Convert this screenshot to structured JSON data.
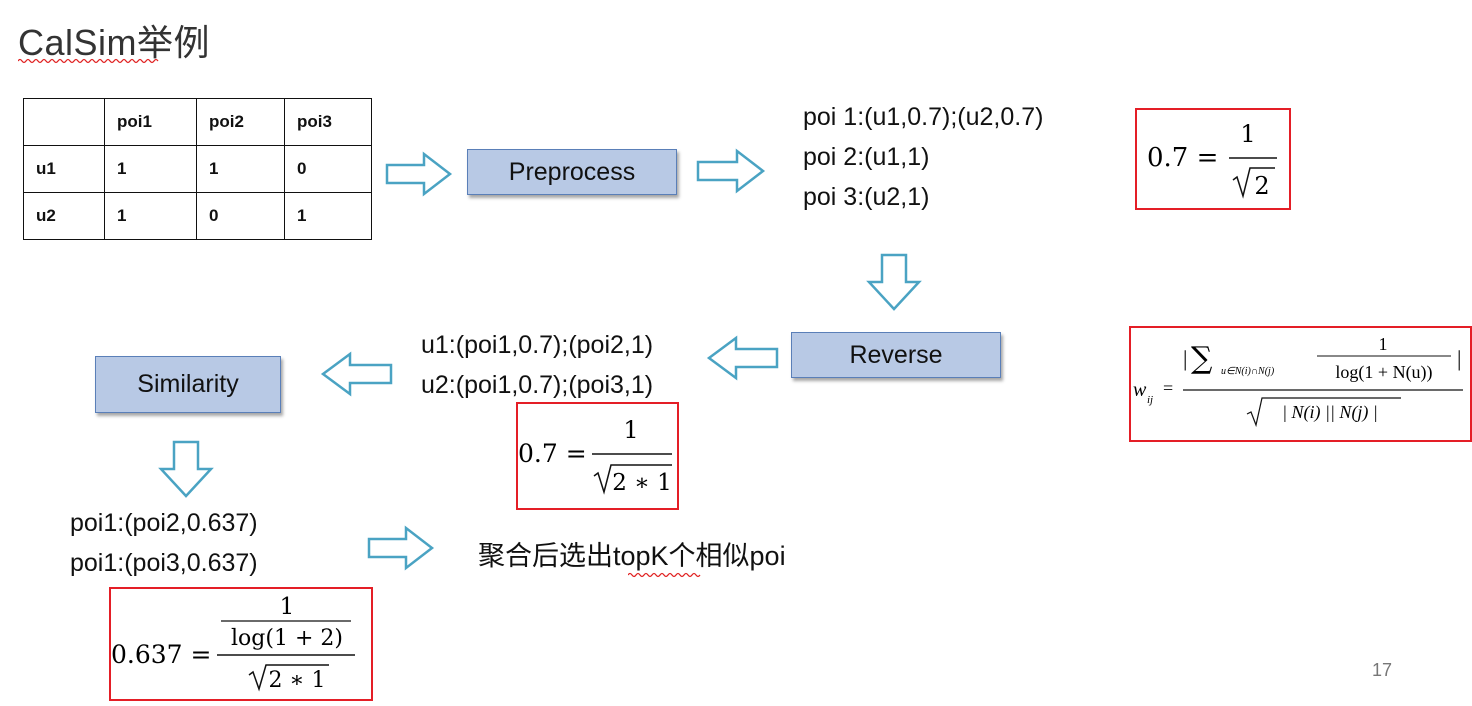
{
  "slide": {
    "title": "CalSim举例",
    "page_number": "17"
  },
  "table": {
    "header": [
      "",
      "poi1",
      "poi2",
      "poi3"
    ],
    "rows": [
      [
        "u1",
        "1",
        "1",
        "0"
      ],
      [
        "u2",
        "1",
        "0",
        "1"
      ]
    ]
  },
  "boxes": {
    "preprocess": "Preprocess",
    "reverse": "Reverse",
    "similarity": "Similarity"
  },
  "preprocess_output": [
    "poi 1:(u1,0.7);(u2,0.7)",
    "poi 2:(u1,1)",
    "poi 3:(u2,1)"
  ],
  "reverse_output": [
    "u1:(poi1,0.7);(poi2,1)",
    "u2:(poi1,0.7);(poi3,1)"
  ],
  "similarity_output": [
    "poi1:(poi2,0.637)",
    "poi1:(poi3,0.637)"
  ],
  "final_text": "聚合后选出topK个相似poi",
  "formulas": {
    "f1_lhs": "0.7 =",
    "f1_num": "1",
    "f1_den": "2",
    "f2_lhs": "0.7 =",
    "f2_num": "1",
    "f2_den": "2 ∗ 1",
    "f3_lhs": "0.637 =",
    "f3_num": "1",
    "f3_mid": "log(1 + 2)",
    "f3_den": "2 ∗ 1",
    "wij_lhs": "w",
    "wij_sub": "ij",
    "wij_sum_sub": "u∈N(i)∩N(j)",
    "wij_inner_num": "1",
    "wij_inner_den": "log(1 + N(u))",
    "wij_den": "| N(i) || N(j) |"
  },
  "colors": {
    "box_fill": "#b8c9e5",
    "box_border": "#5a7fb8",
    "arrow_stroke": "#4aa3c3",
    "formula_border": "#e41e26"
  }
}
